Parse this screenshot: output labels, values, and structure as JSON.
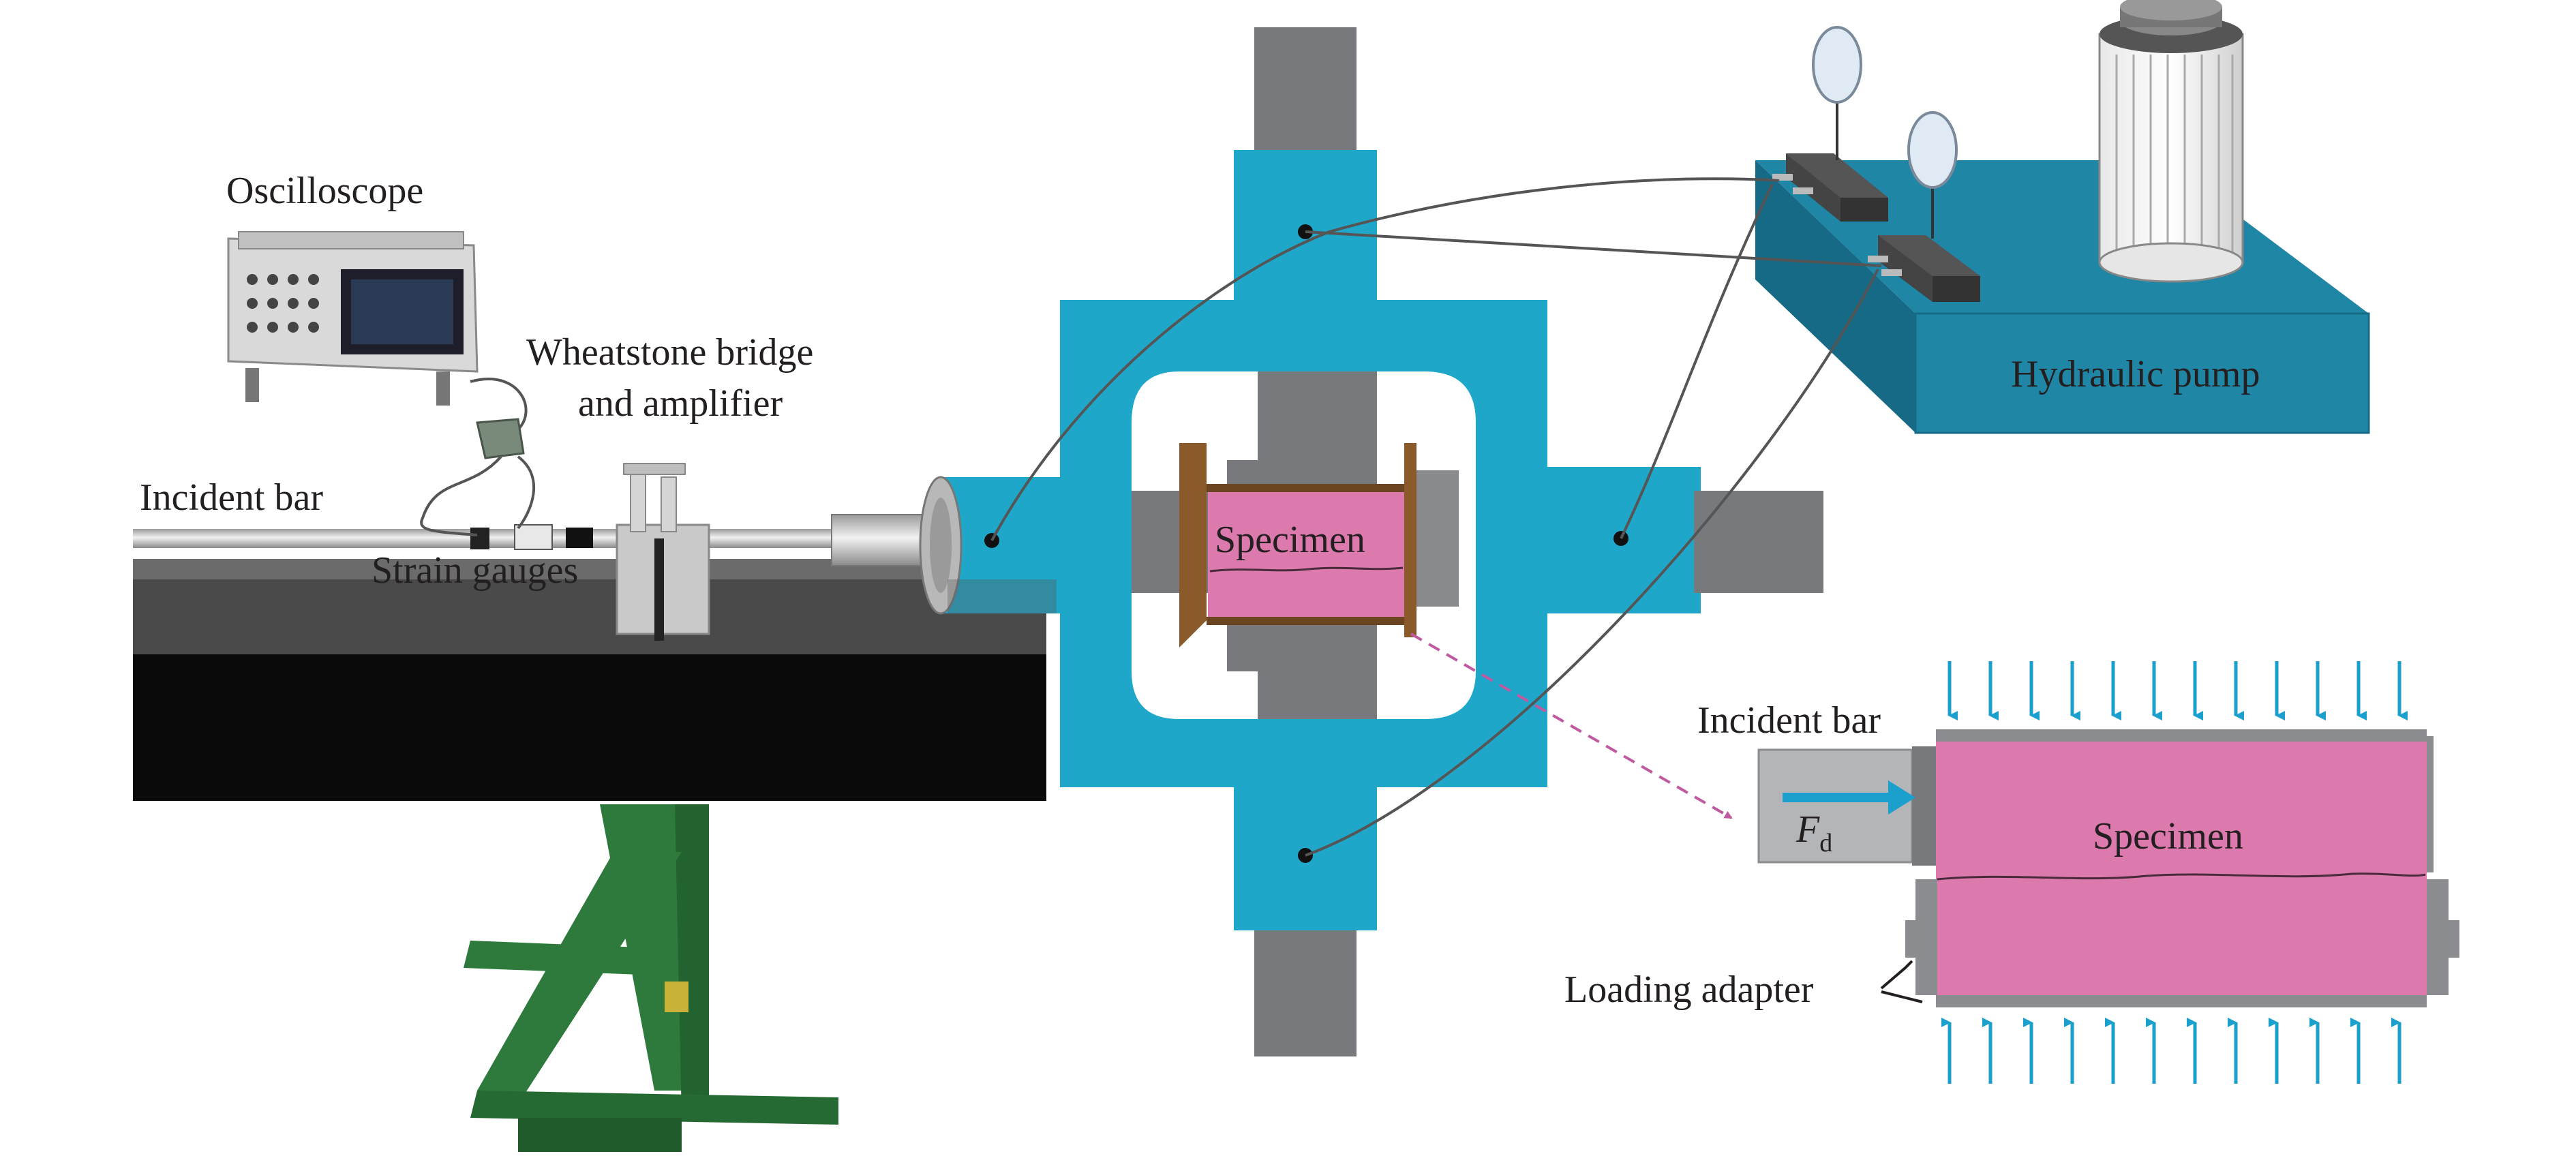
{
  "labels": {
    "oscilloscope": "Oscilloscope",
    "wheatstone_line1": "Wheatstone bridge",
    "wheatstone_line2": "and amplifier",
    "incident_bar": "Incident bar",
    "strain_gauges": "Strain gauges",
    "specimen": "Specimen",
    "hydraulic_pump": "Hydraulic pump",
    "detail_incident_bar": "Incident bar",
    "detail_specimen": "Specimen",
    "force_symbol": "F",
    "force_subscript": "d",
    "loading_adapter": "Loading adapter"
  },
  "colors": {
    "frame_blue": "#1fa7ca",
    "pump_blue": "#1f86a6",
    "steel_gray": "#77797c",
    "specimen_pink": "#dc7aae",
    "adapter_brown": "#8a5a2b",
    "stand_green": "#2d7a3c",
    "table_black": "#0a0a0a",
    "arrow_blue": "#1b9fcc",
    "leader_magenta": "#c05aa0"
  }
}
